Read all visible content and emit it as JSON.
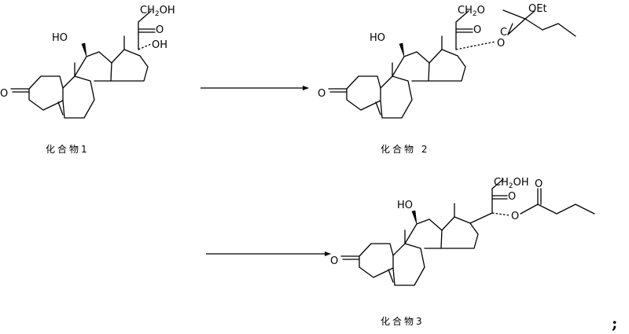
{
  "captions": {
    "compound1": "化合物1",
    "compound2": "化合物 2",
    "compound3": "化合物3"
  },
  "atoms": {
    "ho": "HO",
    "oh": "OH",
    "o": "O",
    "ch2oh_prefix": "CH",
    "ch2oh_sub": "2",
    "ch2oh_suffix": "OH",
    "ch2o_suffix": "O",
    "c": "C",
    "oet": "OEt"
  },
  "terminator": ";"
}
